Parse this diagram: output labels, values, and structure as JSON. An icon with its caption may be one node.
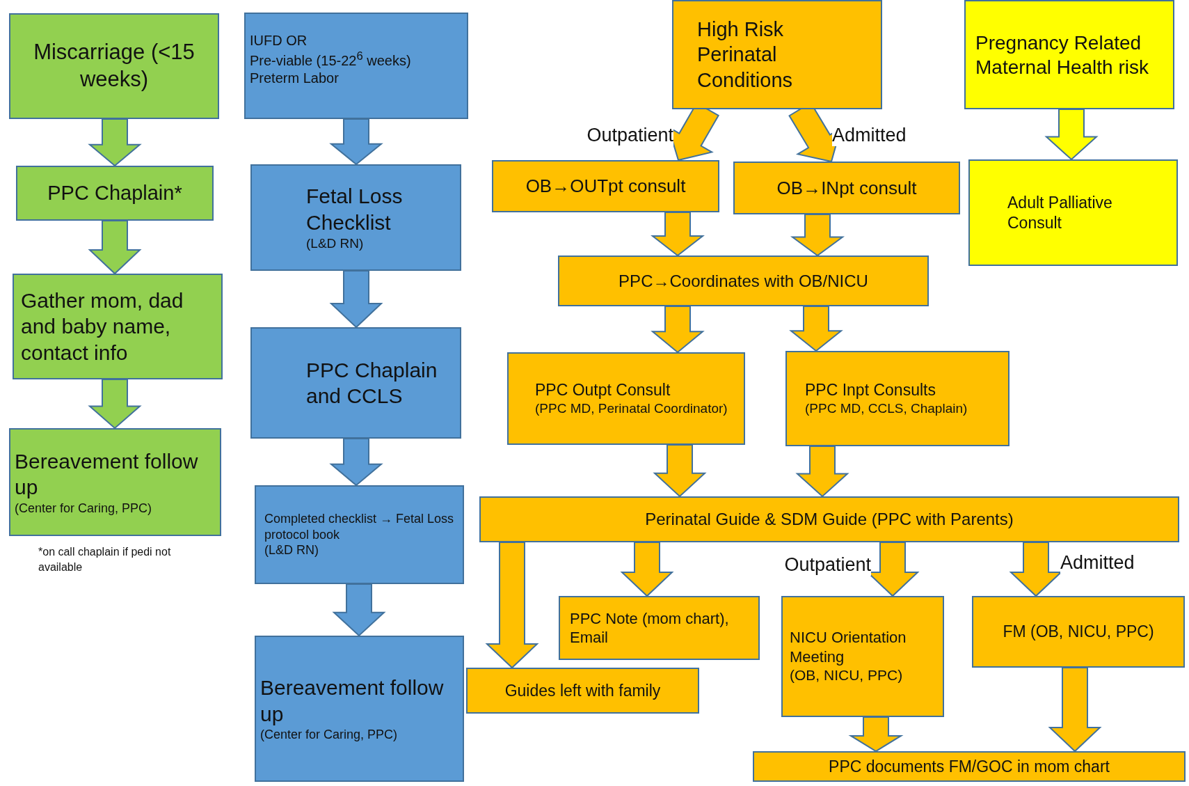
{
  "diagram": {
    "nodes": [
      {
        "text": [
          "Miscarriage (<15 weeks)"
        ]
      },
      {
        "text": [
          "PPC Chaplain*"
        ]
      },
      {
        "text": [
          "Gather mom, dad and baby name, contact info"
        ]
      },
      {
        "text": [
          "Bereavement follow up",
          "(Center for Caring, PPC)"
        ]
      },
      {
        "text": [
          "IUFD OR",
          "Pre-viable (15-22$^{6}$ weeks)",
          "Preterm Labor"
        ]
      },
      {
        "text": [
          "Fetal Loss Checklist",
          "(L&D RN)"
        ]
      },
      {
        "text": [
          "PPC Chaplain and CCLS"
        ]
      },
      {
        "text": [
          "Completed checklist → Fetal Loss protocol book",
          "(L&D RN)"
        ]
      },
      {
        "text": [
          "Bereavement follow up",
          "(Center for Caring, PPC)"
        ]
      },
      {
        "text": [
          "High Risk Perinatal Conditions"
        ]
      },
      {
        "text": [
          "Pregnancy Related Maternal Health risk"
        ]
      },
      {
        "text": [
          "OB→OUTpt consult"
        ]
      },
      {
        "text": [
          "OB→INpt consult"
        ]
      },
      {
        "text": [
          "Adult Palliative Consult"
        ]
      },
      {
        "text": [
          "PPC→Coordinates with OB/NICU"
        ]
      },
      {
        "text": [
          "PPC Outpt Consult",
          "(PPC MD, Perinatal Coordinator)"
        ]
      },
      {
        "text": [
          "PPC Inpt Consults",
          "(PPC MD, CCLS, Chaplain)"
        ]
      },
      {
        "text": [
          "Perinatal Guide & SDM Guide (PPC with Parents)"
        ]
      },
      {
        "text": [
          "PPC Note (mom chart), Email"
        ]
      },
      {
        "text": [
          "Guides left with family"
        ]
      },
      {
        "text": [
          "NICU Orientation Meeting",
          "(OB, NICU, PPC)"
        ]
      },
      {
        "text": [
          "FM (OB, NICU, PPC)"
        ]
      },
      {
        "text": [
          "PPC documents FM/GOC in mom chart"
        ]
      }
    ],
    "edges": [
      {
        "from": 0,
        "to": 1,
        "arrow": "to",
        "color": "#92d050"
      },
      {
        "from": 1,
        "to": 2,
        "arrow": "to",
        "color": "#92d050"
      },
      {
        "from": 2,
        "to": 3,
        "arrow": "to",
        "color": "#92d050"
      },
      {
        "from": 4,
        "to": 5,
        "arrow": "to",
        "color": "#5b9bd5"
      },
      {
        "from": 5,
        "to": 6,
        "arrow": "to",
        "color": "#5b9bd5"
      },
      {
        "from": 6,
        "to": 7,
        "arrow": "to",
        "color": "#5b9bd5"
      },
      {
        "from": 7,
        "to": 8,
        "arrow": "to",
        "color": "#5b9bd5"
      },
      {
        "from": 9,
        "to": 11,
        "arrow": "to",
        "label": "Outpatient"
      },
      {
        "from": 9,
        "to": 12,
        "arrow": "to",
        "label": "Admitted"
      },
      {
        "from": 10,
        "to": 13,
        "arrow": "to",
        "color": "#ffff00"
      },
      {
        "from": 11,
        "to": 14,
        "arrow": "to"
      },
      {
        "from": 12,
        "to": 14,
        "arrow": "to"
      },
      {
        "from": 14,
        "to": 15,
        "arrow": "to"
      },
      {
        "from": 14,
        "to": 16,
        "arrow": "to"
      },
      {
        "from": 15,
        "to": 17,
        "arrow": "to"
      },
      {
        "from": 16,
        "to": 17,
        "arrow": "to"
      },
      {
        "from": 17,
        "to": 19,
        "arrow": "to"
      },
      {
        "from": 17,
        "to": 18,
        "arrow": "to"
      },
      {
        "from": 17,
        "to": 20,
        "arrow": "to",
        "label": "Outpatient"
      },
      {
        "from": 17,
        "to": 21,
        "arrow": "to",
        "label": "Admitted"
      },
      {
        "from": 20,
        "to": 22,
        "arrow": "to"
      },
      {
        "from": 21,
        "to": 22,
        "arrow": "to"
      }
    ],
    "labels": [
      "*on call chaplain if pedi not available"
    ]
  }
}
